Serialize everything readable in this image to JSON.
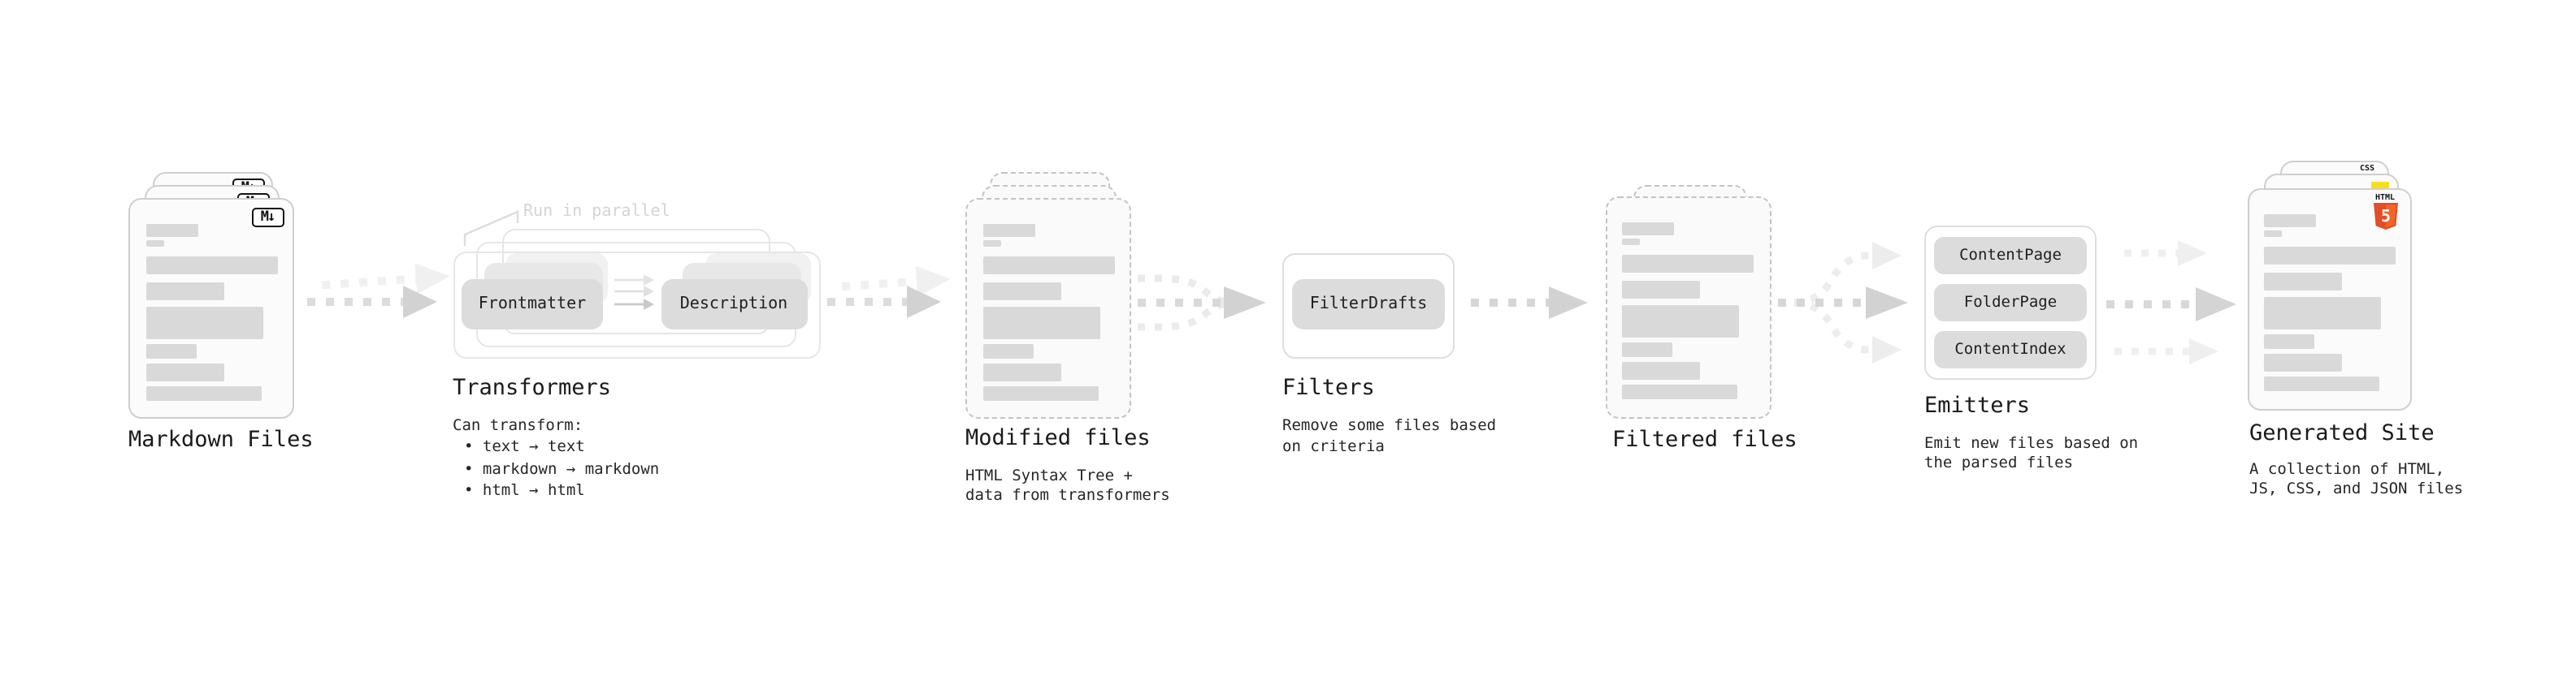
{
  "sections": {
    "markdown_files": {
      "title": "Markdown Files",
      "file_icon": "M↓"
    },
    "transformers": {
      "title": "Transformers",
      "note": "Run in parallel",
      "pill_left": "Frontmatter",
      "pill_right": "Description",
      "description": "Can transform:",
      "bullets": [
        "• text → text",
        "• markdown → markdown",
        "• html → html"
      ]
    },
    "modified_files": {
      "title": "Modified files",
      "subtitle_line1": "HTML Syntax Tree +",
      "subtitle_line2": "data from transformers"
    },
    "filters": {
      "title": "Filters",
      "pill": "FilterDrafts",
      "subtitle_line1": "Remove some files based",
      "subtitle_line2": "on criteria"
    },
    "filtered_files": {
      "title": "Filtered files"
    },
    "emitters": {
      "title": "Emitters",
      "pills": [
        "ContentPage",
        "FolderPage",
        "ContentIndex"
      ],
      "subtitle_line1": "Emit new files based on",
      "subtitle_line2": "the parsed files"
    },
    "generated_site": {
      "title": "Generated Site",
      "subtitle_line1": "A collection of HTML,",
      "subtitle_line2": "JS, CSS, and JSON files",
      "css_icon": "CSS",
      "html_icon_label": "HTML",
      "html_icon_number": "5"
    }
  },
  "colors": {
    "html5_orange": "#e44d26",
    "js_yellow": "#f7df1e",
    "css_blue": "#2b6bea"
  }
}
